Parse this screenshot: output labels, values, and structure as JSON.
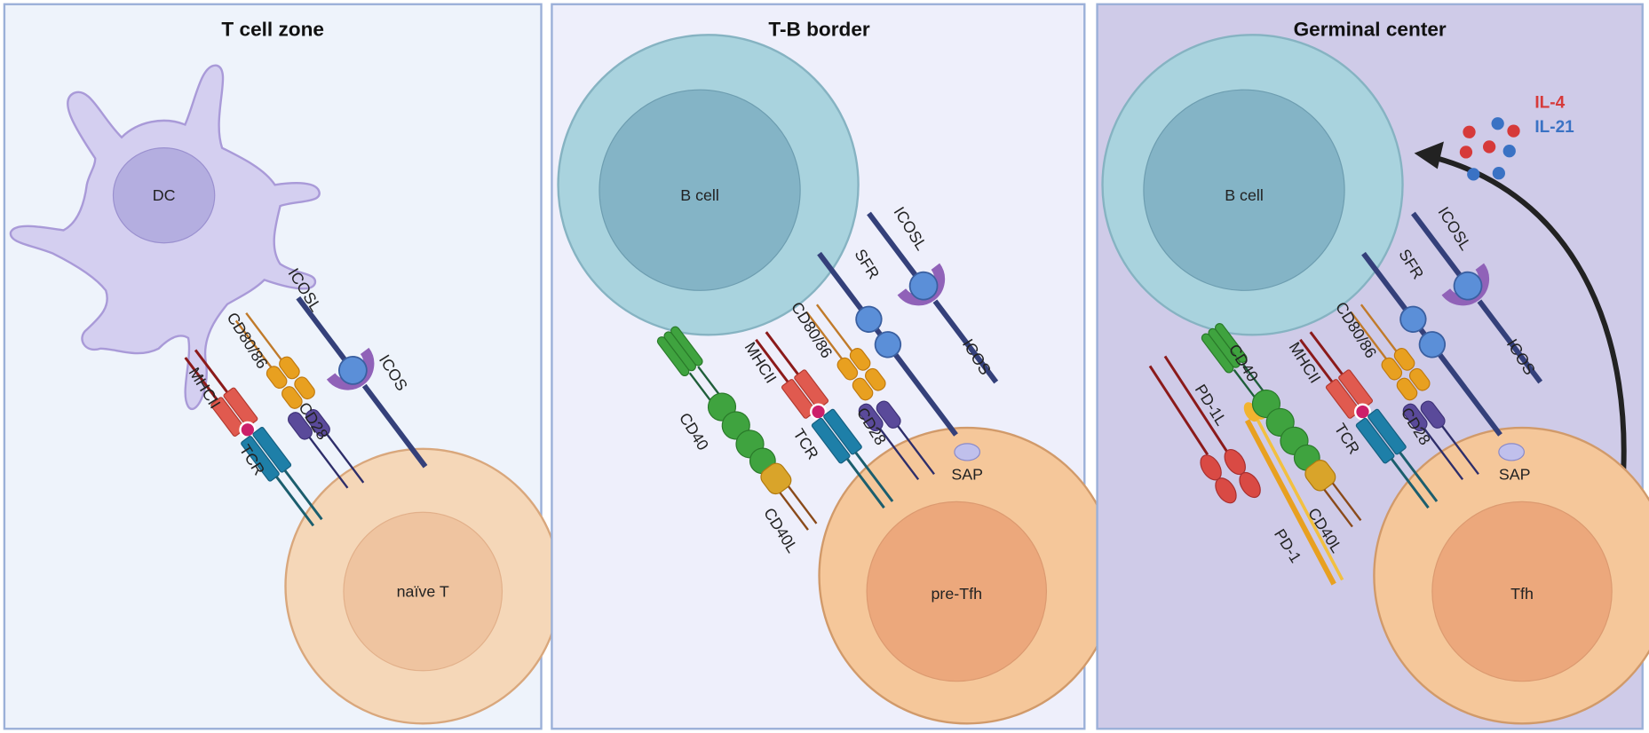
{
  "panels": [
    {
      "title": "T cell zone",
      "background": "#eef3fb",
      "cells": {
        "apc": "DC",
        "t_cell": "naïve T"
      },
      "labels": {
        "mhcii": "MHCII",
        "tcr": "TCR",
        "cd80_86": "CD80/86",
        "cd28": "CD28",
        "icosl": "ICOSL",
        "icos": "ICOS"
      }
    },
    {
      "title": "T-B border",
      "background": "#eeeffb",
      "cells": {
        "apc": "B cell",
        "t_cell": "pre-Tfh"
      },
      "labels": {
        "cd40": "CD40",
        "mhcii": "MHCII",
        "tcr": "TCR",
        "cd80_86": "CD80/86",
        "cd28": "CD28",
        "sfr": "SFR",
        "icosl": "ICOSL",
        "icos": "ICOS",
        "cd40l": "CD40L",
        "sap": "SAP"
      }
    },
    {
      "title": "Germinal center",
      "background": "#cfcbe8",
      "cells": {
        "apc": "B cell",
        "t_cell": "Tfh"
      },
      "labels": {
        "pd1l": "PD-1L",
        "pd1": "PD-1",
        "cd40": "CD40",
        "mhcii": "MHCII",
        "tcr": "TCR",
        "cd80_86": "CD80/86",
        "cd28": "CD28",
        "sfr": "SFR",
        "icosl": "ICOSL",
        "icos": "ICOS",
        "cd40l": "CD40L",
        "sap": "SAP"
      },
      "cytokines": [
        {
          "label": "IL-4",
          "color": "#d63a3a"
        },
        {
          "label": "IL-21",
          "color": "#3a72c4"
        }
      ]
    }
  ]
}
